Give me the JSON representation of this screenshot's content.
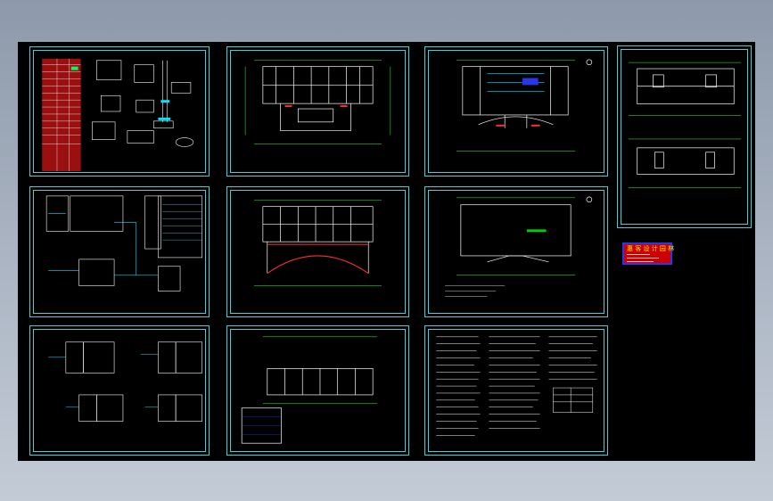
{
  "window": {
    "background": "#9aa6b6"
  },
  "canvas": {
    "background": "#000000",
    "frame_color": "#3fd0d8"
  },
  "sheets": [
    {
      "id": "detail-sheet",
      "type": "details"
    },
    {
      "id": "plan-floor-1",
      "type": "plan"
    },
    {
      "id": "plan-roof-north",
      "type": "plan"
    },
    {
      "id": "elevation-sheet",
      "type": "elevation"
    },
    {
      "id": "wiring-diagram-1",
      "type": "diagram"
    },
    {
      "id": "plan-floor-2",
      "type": "plan"
    },
    {
      "id": "plan-roof",
      "type": "plan"
    },
    {
      "id": "wiring-diagram-2",
      "type": "diagram"
    },
    {
      "id": "plan-floor-3",
      "type": "plan"
    },
    {
      "id": "notes-sheet",
      "type": "notes"
    }
  ],
  "stamp": {
    "title": "惠 客 设 计 园 林",
    "background": "#cc0000",
    "border": "#2a36e8"
  },
  "colors": {
    "line": "#ffffff",
    "dim": "#3dff3d",
    "accent_red": "#ff3030",
    "accent_cyan": "#00e5ff",
    "accent_green": "#00d000"
  }
}
